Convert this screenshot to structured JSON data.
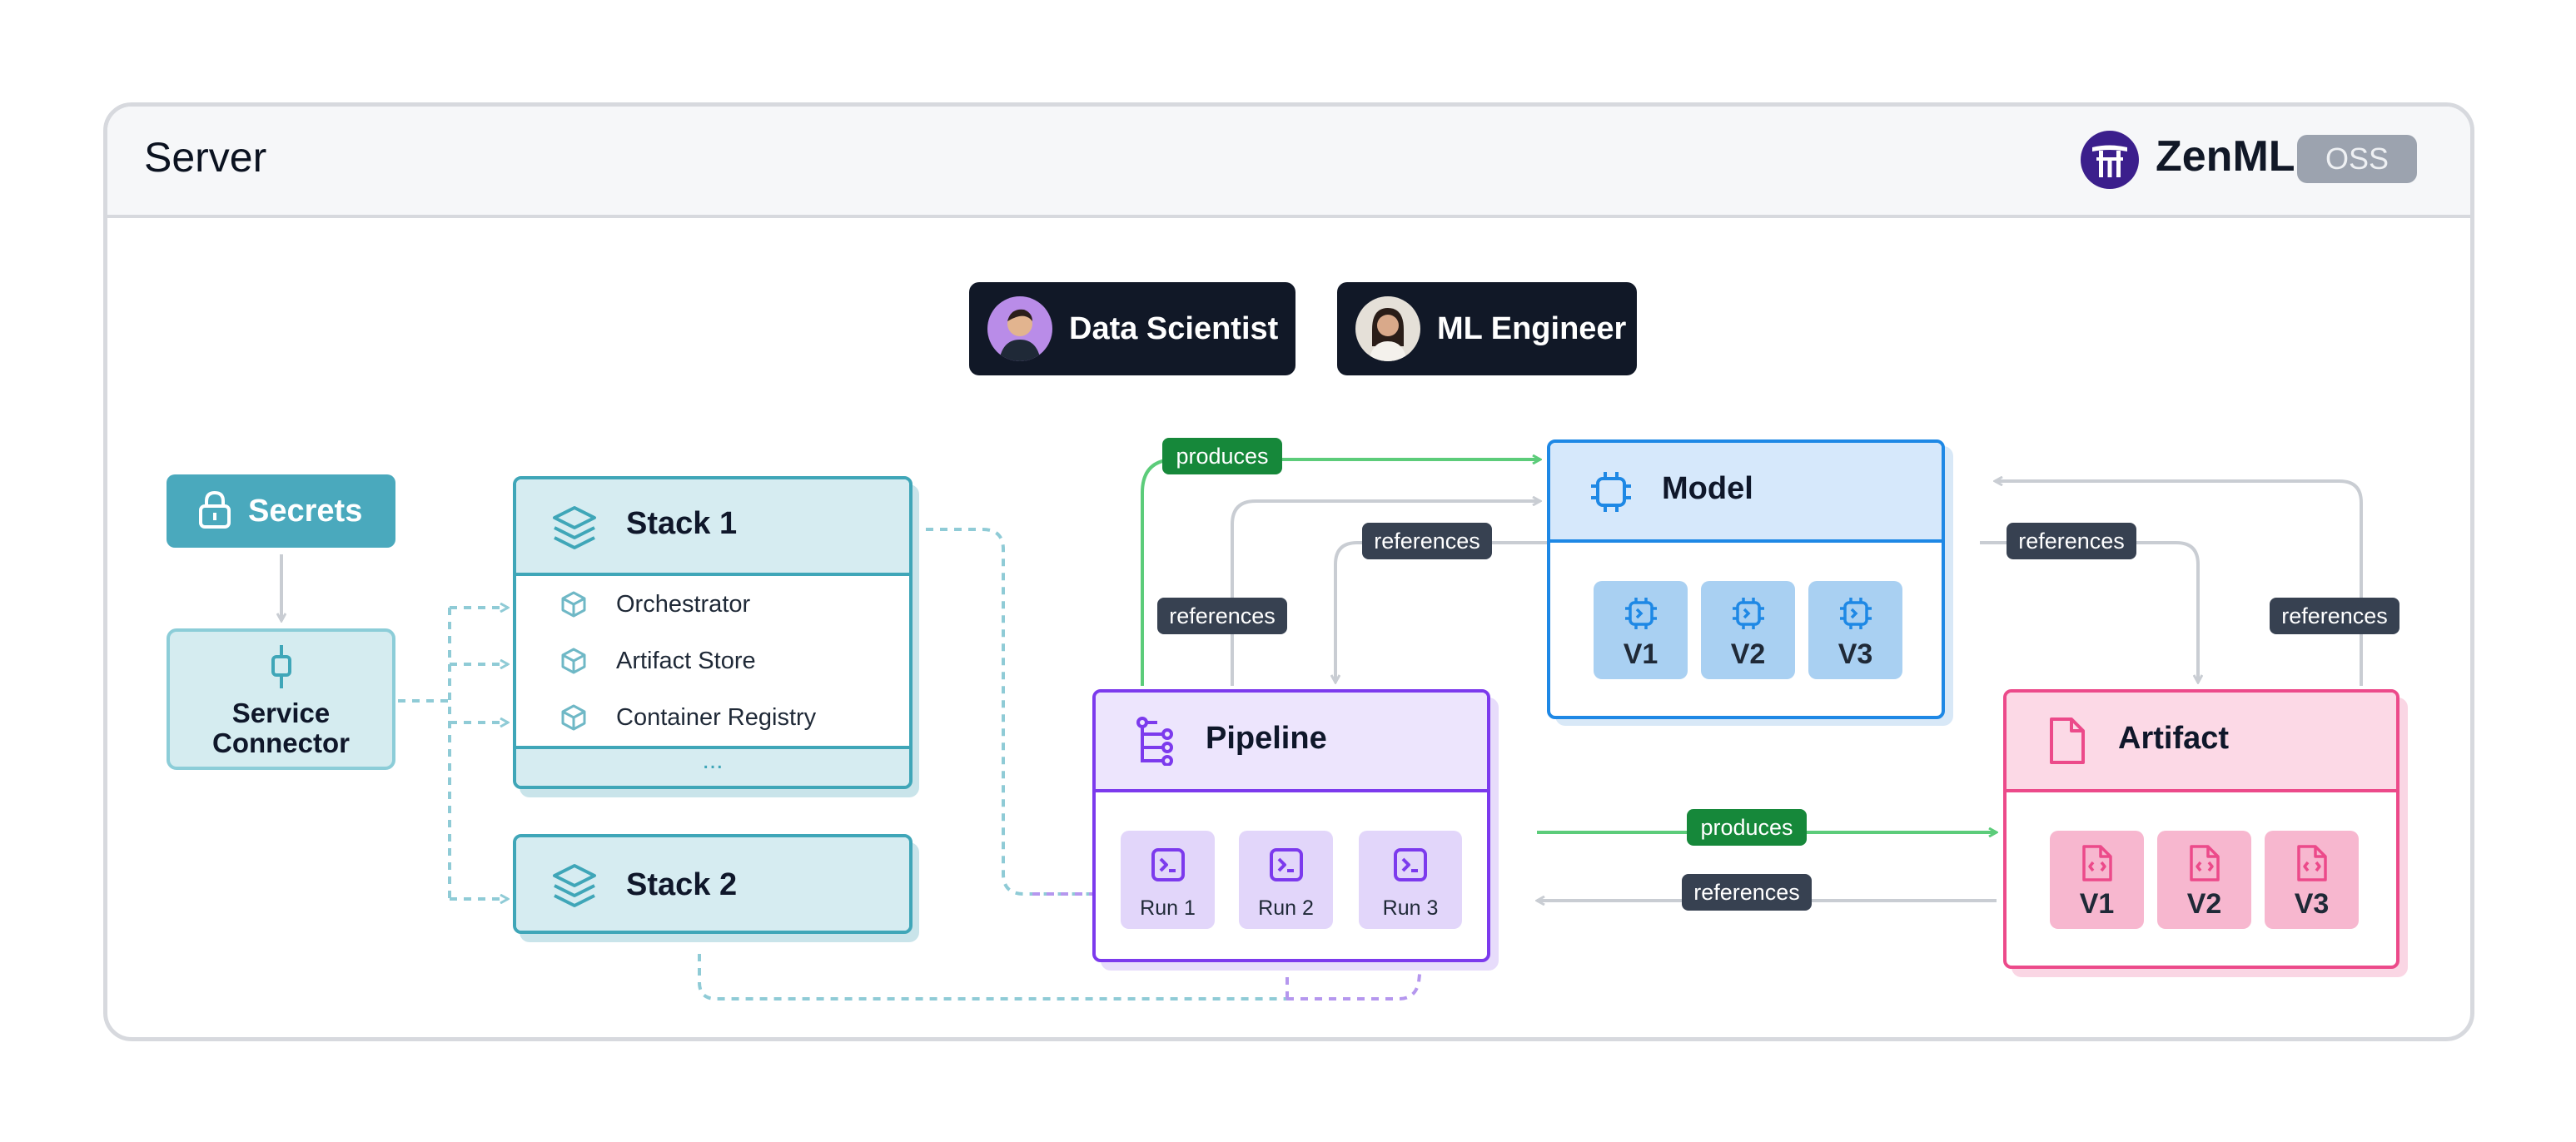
{
  "server": {
    "title": "Server"
  },
  "brand": {
    "name": "ZenML",
    "badge": "OSS"
  },
  "personas": [
    {
      "label": "Data Scientist"
    },
    {
      "label": "ML Engineer"
    }
  ],
  "secrets": {
    "label": "Secrets"
  },
  "service_connector": {
    "line1": "Service",
    "line2": "Connector"
  },
  "stacks": [
    {
      "title": "Stack 1",
      "components": [
        "Orchestrator",
        "Artifact Store",
        "Container Registry"
      ],
      "more": "..."
    },
    {
      "title": "Stack 2"
    }
  ],
  "pipeline": {
    "title": "Pipeline",
    "runs": [
      "Run 1",
      "Run 2",
      "Run 3"
    ]
  },
  "model": {
    "title": "Model",
    "versions": [
      "V1",
      "V2",
      "V3"
    ]
  },
  "artifact": {
    "title": "Artifact",
    "versions": [
      "V1",
      "V2",
      "V3"
    ]
  },
  "edge_labels": {
    "produces": "produces",
    "references": "references"
  },
  "colors": {
    "stack": "#3fa6b8",
    "pipeline": "#7c3aed",
    "model": "#1e88e5",
    "artifact": "#ec4a8a",
    "produces": "#16883a",
    "references": "#374151"
  }
}
